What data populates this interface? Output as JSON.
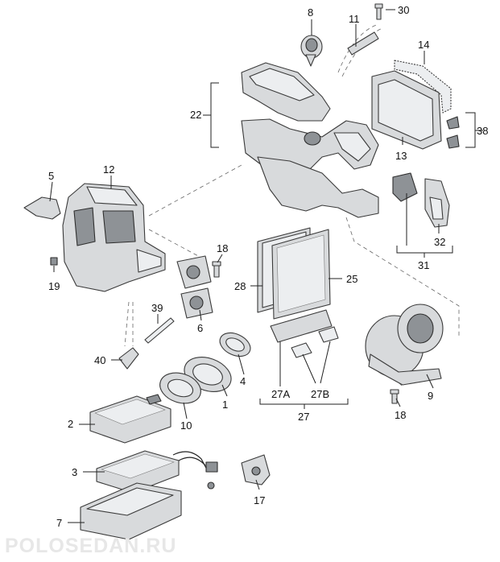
{
  "diagram": {
    "callouts": {
      "c1": "1",
      "c2": "2",
      "c3": "3",
      "c4": "4",
      "c5": "5",
      "c6": "6",
      "c7": "7",
      "c8": "8",
      "c9": "9",
      "c10": "10",
      "c11": "11",
      "c12": "12",
      "c13": "13",
      "c14": "14",
      "c17": "17",
      "c18a": "18",
      "c18b": "18",
      "c19": "19",
      "c22": "22",
      "c25": "25",
      "c27": "27",
      "c27a": "27A",
      "c27b": "27B",
      "c28": "28",
      "c30": "30",
      "c31": "31",
      "c32": "32",
      "c38": "38",
      "c39": "39",
      "c40": "40"
    }
  },
  "watermark": "POLOSEDAN.RU"
}
